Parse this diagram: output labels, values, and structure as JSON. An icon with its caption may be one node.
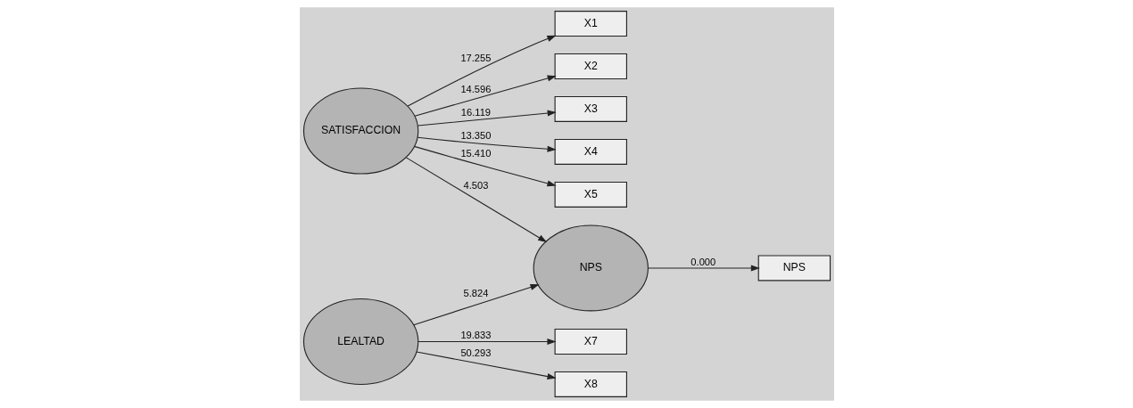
{
  "diagram": {
    "nodes": [
      {
        "text": [
          "X1"
        ]
      },
      {
        "text": [
          "X2"
        ]
      },
      {
        "text": [
          "X3"
        ]
      },
      {
        "text": [
          "X4"
        ]
      },
      {
        "text": [
          "X5"
        ]
      },
      {
        "text": [
          "SATISFACCION"
        ]
      },
      {
        "text": [
          "NPS"
        ]
      },
      {
        "text": [
          "LEALTAD"
        ]
      },
      {
        "text": [
          "X7"
        ]
      },
      {
        "text": [
          "X8"
        ]
      },
      {
        "text": [
          "NPS"
        ]
      }
    ],
    "edges": [
      {
        "from": 5,
        "to": 0,
        "arrow": "to",
        "label": "17.255"
      },
      {
        "from": 5,
        "to": 1,
        "arrow": "to",
        "label": "14.596"
      },
      {
        "from": 5,
        "to": 2,
        "arrow": "to",
        "label": "16.119"
      },
      {
        "from": 5,
        "to": 3,
        "arrow": "to",
        "label": "13.350"
      },
      {
        "from": 5,
        "to": 4,
        "arrow": "to",
        "label": "15.410"
      },
      {
        "from": 5,
        "to": 6,
        "arrow": "to",
        "label": "4.503"
      },
      {
        "from": 7,
        "to": 6,
        "arrow": "to",
        "label": "5.824"
      },
      {
        "from": 7,
        "to": 8,
        "arrow": "to",
        "label": "19.833"
      },
      {
        "from": 7,
        "to": 9,
        "arrow": "to",
        "label": "50.293"
      },
      {
        "from": 6,
        "to": 10,
        "arrow": "to",
        "label": "0.000"
      }
    ]
  }
}
